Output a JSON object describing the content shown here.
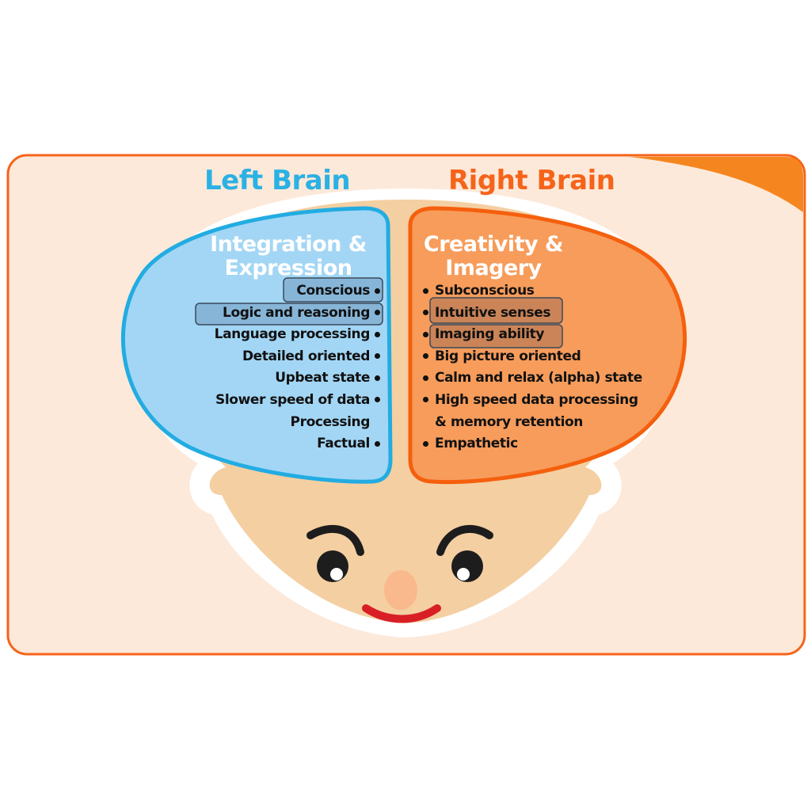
{
  "titles": {
    "left": "Left Brain",
    "right": "Right Brain"
  },
  "left_hemisphere": {
    "heading_line1": "Integration &",
    "heading_line2": "Expression",
    "items": [
      {
        "text": "Conscious",
        "bullet": true,
        "highlighted": true
      },
      {
        "text": "Logic and reasoning",
        "bullet": true,
        "highlighted": true
      },
      {
        "text": "Language processing",
        "bullet": true,
        "highlighted": false
      },
      {
        "text": "Detailed oriented",
        "bullet": true,
        "highlighted": false
      },
      {
        "text": "Upbeat state",
        "bullet": true,
        "highlighted": false
      },
      {
        "text": "Slower speed of data",
        "bullet": true,
        "highlighted": false
      },
      {
        "text": "Processing",
        "bullet": false,
        "highlighted": false
      },
      {
        "text": "Factual",
        "bullet": true,
        "highlighted": false
      }
    ]
  },
  "right_hemisphere": {
    "heading_line1": "Creativity &",
    "heading_line2": "Imagery",
    "items": [
      {
        "text": "Subconscious",
        "bullet": true,
        "highlighted": false
      },
      {
        "text": "Intuitive senses",
        "bullet": true,
        "highlighted": true
      },
      {
        "text": "Imaging ability",
        "bullet": true,
        "highlighted": true
      },
      {
        "text": "Big picture oriented",
        "bullet": true,
        "highlighted": false
      },
      {
        "text": "Calm and relax (alpha) state",
        "bullet": true,
        "highlighted": false
      },
      {
        "text": "High speed data processing",
        "bullet": true,
        "highlighted": false
      },
      {
        "text": "& memory retention",
        "bullet": false,
        "highlighted": false
      },
      {
        "text": "Empathetic",
        "bullet": true,
        "highlighted": false
      }
    ]
  },
  "colors": {
    "card_border": "#f5641a",
    "card_fill": "#fde9d9",
    "corner_accent": "#f5861f",
    "left_fill": "#a3d6f5",
    "left_stroke": "#22ace2",
    "right_fill": "#f79c5b",
    "right_stroke": "#f55f0d",
    "skin": "#f4cfa2",
    "nose": "#f9b98c",
    "mouth": "#d81f26"
  }
}
